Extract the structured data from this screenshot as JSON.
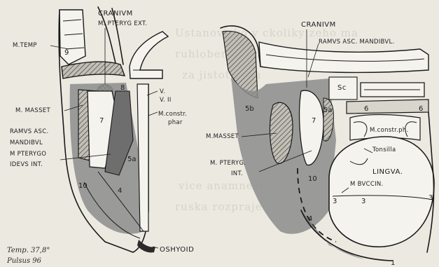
{
  "left_figure": {
    "labels": {
      "cranium": "CRANIVM",
      "m_pteryg_ext": "M. PTERYG EXT.",
      "m_temp": "M.TEMP",
      "m_masset": "M. MASSET",
      "ramus_asc_1": "RAMVS ASC.",
      "ramus_asc_2": "MANDIBVL",
      "m_pteryg_int_1": "M PTERYGO",
      "m_pteryg_int_2": "IDEVS INT.",
      "v": "V.",
      "v2": "V. II",
      "m_constr_1": "M.constr.",
      "m_constr_2": "phar",
      "os_hyoid": "OSHYOID"
    },
    "numbers": {
      "n9": "9",
      "n8": "8",
      "n7": "7",
      "n5a": "5a",
      "n10": "10",
      "n4": "4"
    }
  },
  "right_figure": {
    "labels": {
      "cranium": "CRANIVM",
      "ramus_asc": "RAMVS ASC. MANDIBVL.",
      "sc": "Sc",
      "m_masset": "M.MASSET",
      "m_pteryg_int_1": "M. PTERYG.",
      "m_pteryg_int_2": "INT.",
      "m_constr": "M.constr.ph.",
      "tonsilla": "Tonsilla",
      "lingva": "LINGVA.",
      "m_buccin": "M BVCCIN."
    },
    "numbers": {
      "n5b": "5b",
      "n7": "7",
      "n5a": "5a",
      "n6a": "6",
      "n6b": "6",
      "n10": "10",
      "n3a": "3",
      "n3b": "3",
      "n3c": "3",
      "n4": "4",
      "n1": "1"
    }
  },
  "handwriting": {
    "temp": "Temp. 37,8°",
    "pulse": "Pulsus 96"
  },
  "colors": {
    "paper": "#ece9e1",
    "ink": "#1a1a1a",
    "muscle_gray": "#8c8c8c",
    "bone_light": "#f5f3ee"
  }
}
